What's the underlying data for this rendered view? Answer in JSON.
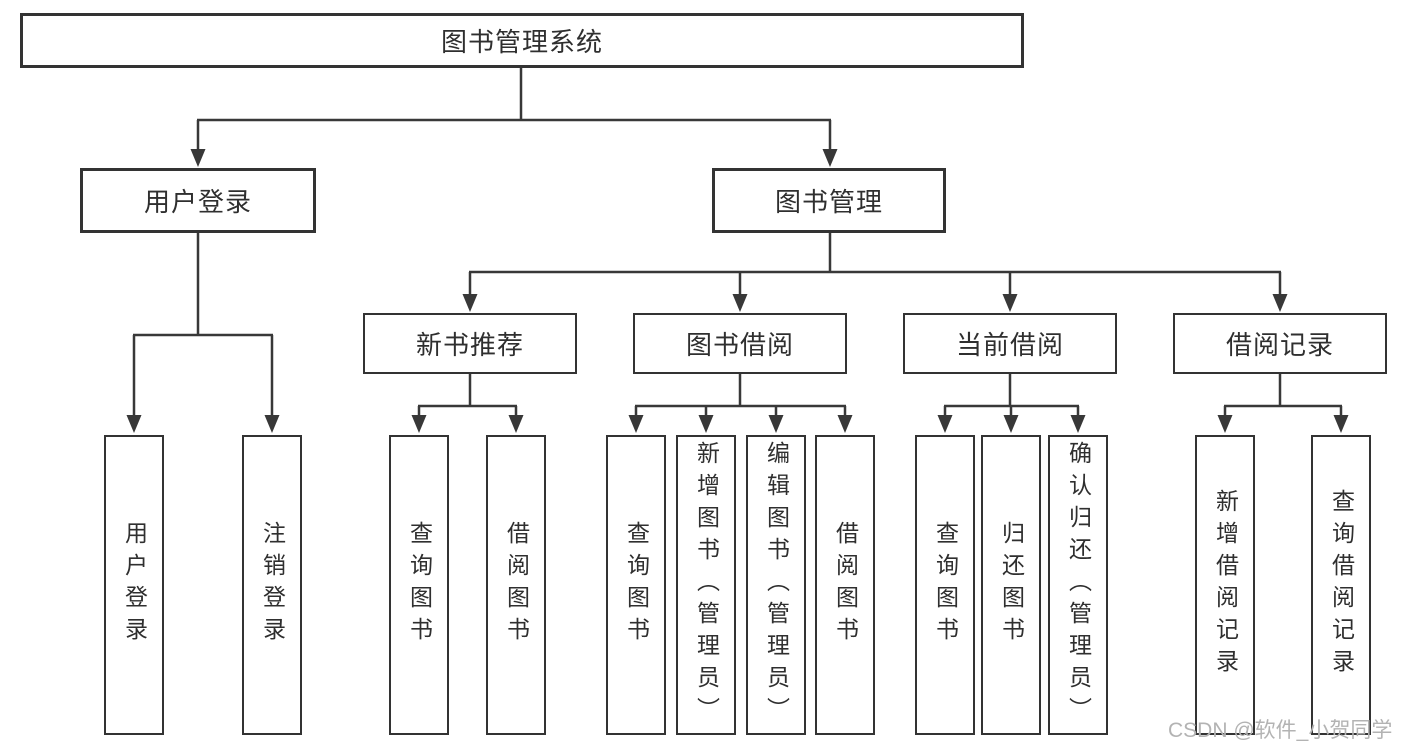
{
  "tree": {
    "root": {
      "label": "图书管理系统"
    },
    "branches": [
      {
        "label": "用户登录",
        "children": [
          {
            "label": "用户登录"
          },
          {
            "label": "注销登录"
          }
        ]
      },
      {
        "label": "图书管理",
        "children": [
          {
            "label": "新书推荐",
            "children": [
              {
                "label": "查询图书"
              },
              {
                "label": "借阅图书"
              }
            ]
          },
          {
            "label": "图书借阅",
            "children": [
              {
                "label": "查询图书"
              },
              {
                "label": "新增图书（管理员）"
              },
              {
                "label": "编辑图书（管理员）"
              },
              {
                "label": "借阅图书"
              }
            ]
          },
          {
            "label": "当前借阅",
            "children": [
              {
                "label": "查询图书"
              },
              {
                "label": "归还图书"
              },
              {
                "label": "确认归还（管理员）"
              }
            ]
          },
          {
            "label": "借阅记录",
            "children": [
              {
                "label": "新增借阅记录"
              },
              {
                "label": "查询借阅记录"
              }
            ]
          }
        ]
      }
    ]
  },
  "watermark": {
    "text": "CSDN @软件_小贺同学"
  },
  "colors": {
    "line": "#383838",
    "box_border": "#333333",
    "text": "#2f2f2f",
    "watermark": "#b3b3b3",
    "background": "#ffffff"
  }
}
